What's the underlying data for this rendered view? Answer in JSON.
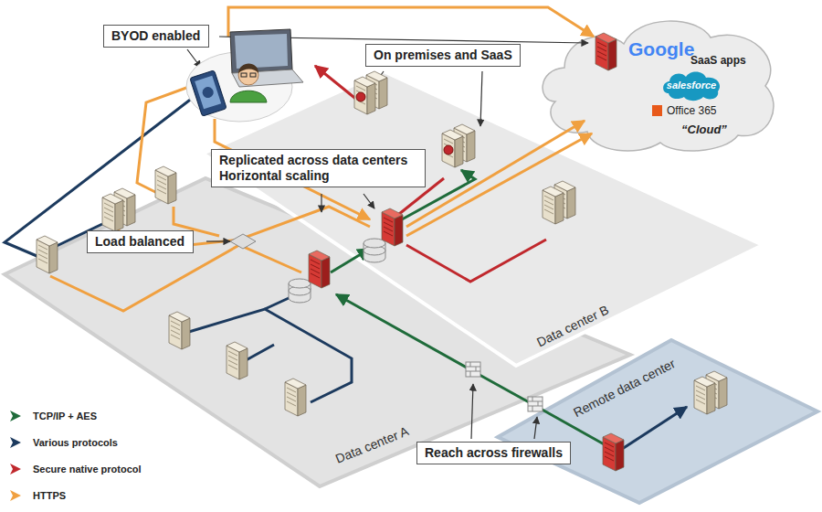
{
  "diagram": {
    "nodes": [
      {
        "text": [
          "BYOD enabled"
        ]
      },
      {
        "text": [
          "On premises and SaaS"
        ]
      },
      {
        "text": [
          "Google",
          "SaaS apps",
          "Office 365",
          "“Cloud”"
        ]
      },
      {
        "text": [
          "salesforce"
        ],
        "in": 2
      },
      {
        "text": [
          "Replicated across data centers Horizontal scaling"
        ]
      },
      {
        "text": [
          "Load balanced"
        ]
      },
      {
        "text": [
          "Data center A"
        ]
      },
      {
        "text": [
          "Data center B"
        ]
      },
      {
        "text": [
          "Remote data center"
        ]
      },
      {
        "text": [
          "Reach across firewalls"
        ]
      }
    ],
    "legend": [
      {
        "text": "TCP/IP + AES",
        "color": "#1f6b3a"
      },
      {
        "text": "Various protocols",
        "color": "#1c3a5e"
      },
      {
        "text": "Secure native protocol",
        "color": "#c0282d"
      },
      {
        "text": "HTTPS",
        "color": "#f0a040"
      }
    ]
  }
}
